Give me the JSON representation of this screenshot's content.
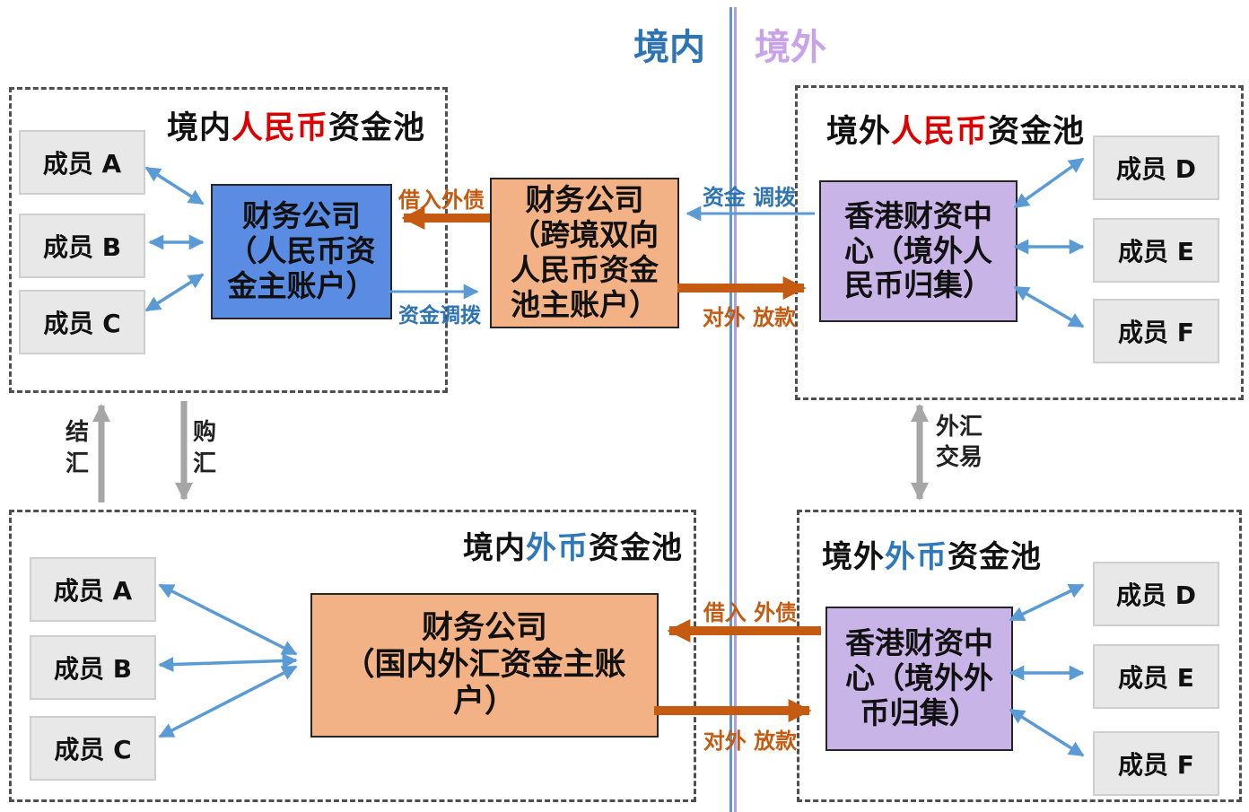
{
  "header": {
    "domestic_label": "境内",
    "overseas_label": "境外"
  },
  "pools": {
    "domestic_rmb": {
      "title": {
        "prefix": "境内",
        "highlight": "人民币",
        "suffix": "资金池"
      },
      "members": [
        "成员 A",
        "成员 B",
        "成员 C"
      ],
      "main_box": {
        "lines": [
          "财务公司",
          "（人民币资",
          "金主账户）"
        ]
      }
    },
    "overseas_rmb": {
      "title": {
        "prefix": "境外",
        "highlight": "人民币",
        "suffix": "资金池"
      },
      "members": [
        "成员 D",
        "成员 E",
        "成员 F"
      ],
      "main_box": {
        "lines": [
          "香港财资中",
          "心（境外人",
          "民币归集）"
        ]
      }
    },
    "domestic_fx": {
      "title": {
        "prefix": "境内",
        "highlight": "外币",
        "suffix": "资金池"
      },
      "members": [
        "成员 A",
        "成员 B",
        "成员 C"
      ],
      "main_box": {
        "lines": [
          "财务公司",
          "（国内外汇资金主账",
          "户）"
        ]
      }
    },
    "overseas_fx": {
      "title": {
        "prefix": "境外",
        "highlight": "外币",
        "suffix": "资金池"
      },
      "members": [
        "成员 D",
        "成员 E",
        "成员 F"
      ],
      "main_box": {
        "lines": [
          "香港财资中",
          "心（境外外",
          "币归集）"
        ]
      }
    }
  },
  "center_box": {
    "lines": [
      "财务公司",
      "（跨境双向",
      "人民币资金",
      "池主账户）"
    ]
  },
  "flow_labels": {
    "top_borrow": "借入外债",
    "top_left_transfer": "资金调拨",
    "top_right_transfer": "资金 调拨",
    "top_lend": "对外 放款",
    "bottom_borrow": "借入 外债",
    "bottom_lend": "对外 放款",
    "settle_fx": "结汇",
    "purchase_fx": "购汇",
    "fx_trade": "外汇交易"
  },
  "colors": {
    "red_highlight": "#dd0000",
    "blue_highlight": "#2e78be",
    "domestic_header": "#2e74b5",
    "overseas_header": "#c9a2ec",
    "arrow_blue": "#5b9bd5",
    "arrow_orange": "#c55a11",
    "arrow_gray": "#a6a6a6",
    "box_blue": "#5b8ce4",
    "box_orange": "#f3b286",
    "box_purple": "#c8b4e6",
    "member_gray": "#e9e8e8"
  }
}
